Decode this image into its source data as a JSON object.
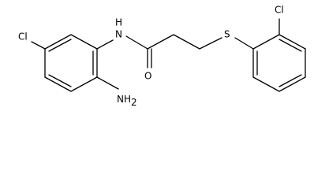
{
  "molecule": {
    "atoms": {
      "nh": {
        "label": "N",
        "h": "H"
      },
      "o": {
        "label": "O"
      },
      "s": {
        "label": "S"
      },
      "cl_left": {
        "label": "Cl"
      },
      "cl_right": {
        "label": "Cl"
      },
      "nh2": {
        "label": "NH",
        "sub": "2"
      }
    }
  }
}
